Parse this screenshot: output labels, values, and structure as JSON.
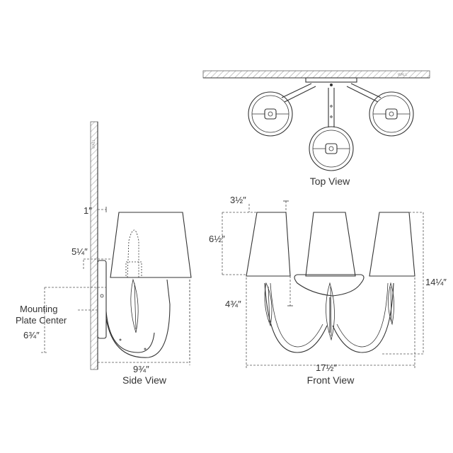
{
  "views": {
    "top": "Top View",
    "side": "Side View",
    "front": "Front View"
  },
  "dimensions": {
    "side_offset": "1″",
    "side_plate_top": "5¼″",
    "mounting_label_line1": "Mounting",
    "mounting_label_line2": "Plate Center",
    "side_plate_bottom": "6¾″",
    "side_depth": "9¾″",
    "front_shade_top": "3½″",
    "front_shade_height": "6½″",
    "front_arm": "4¾″",
    "front_height": "14¼″",
    "front_width": "17½″"
  },
  "wall_tag": "WALL",
  "colors": {
    "line": "#333333",
    "background": "#ffffff"
  }
}
